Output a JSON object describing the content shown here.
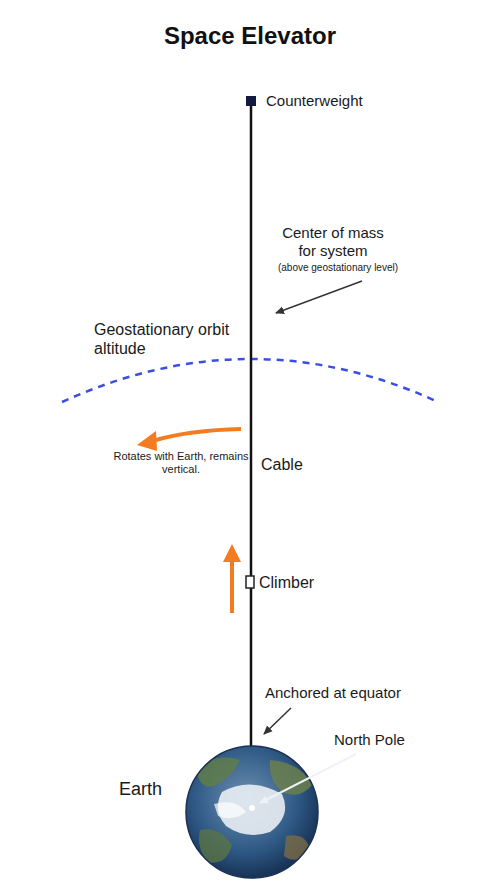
{
  "diagram": {
    "title": "Space Elevator",
    "labels": [
      "Counterweight",
      "Center of mass for system",
      "(above geostationary level)",
      "Geostationary orbit altitude",
      "Rotates with Earth, remains vertical.",
      "Cable",
      "Climber",
      "Anchored at equator",
      "North Pole",
      "Earth"
    ]
  }
}
